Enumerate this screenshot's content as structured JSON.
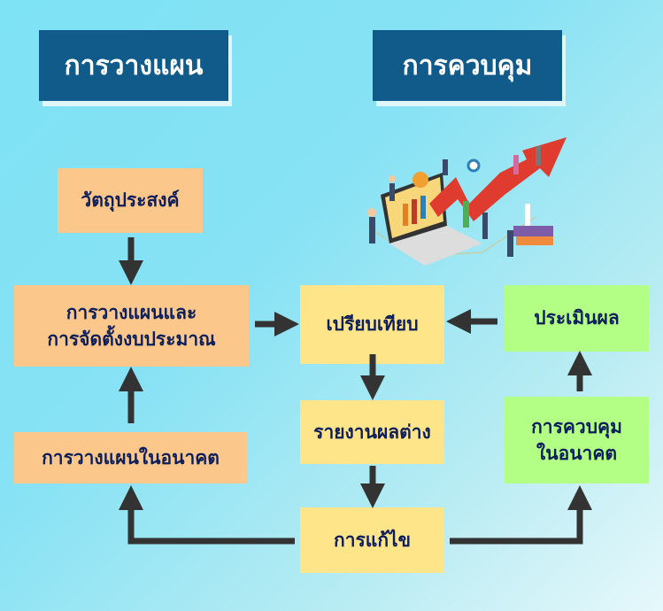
{
  "headers": {
    "planning": "การวางแผน",
    "control": "การควบคุม"
  },
  "boxes": {
    "objective": "วัตถุประสงค์",
    "planning_budget_1": "การวางแผนและ",
    "planning_budget_2": "การจัดตั้งงบประมาณ",
    "future_planning": "การวางแผนในอนาคต",
    "compare": "เปรียบเทียบ",
    "variance_report": "รายงานผลต่าง",
    "correction": "การแก้ไข",
    "evaluation": "ประเมินผล",
    "future_control_1": "การควบคุม",
    "future_control_2": "ในอนาคต"
  },
  "colors": {
    "header": "#105b89",
    "planning": "#fcc78a",
    "control": "#ffe58a",
    "evaluation": "#b3ff86",
    "arrow": "#333333",
    "text": "#0c1e5b"
  }
}
